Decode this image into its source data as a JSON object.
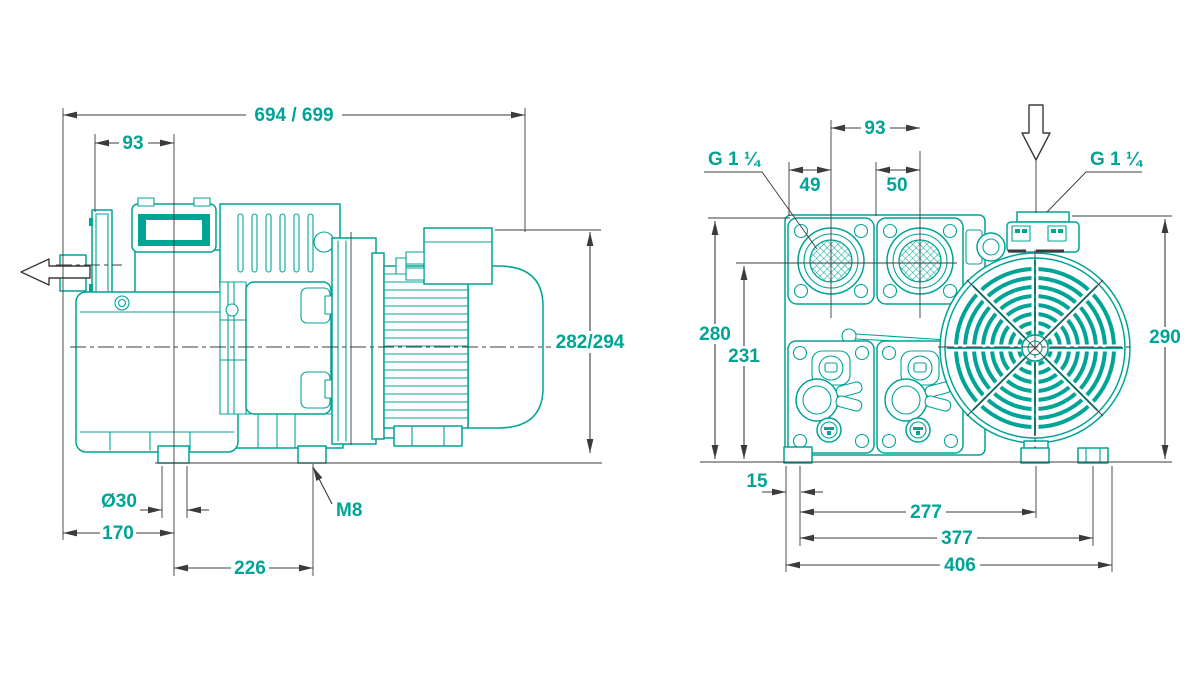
{
  "drawing": {
    "accent_color": "#00a496",
    "line_color": "#3b3b3b",
    "side_view": {
      "dim_overall_length": "694 / 699",
      "dim_inlet_offset": "93",
      "dim_height": "282/294",
      "dim_foot_diameter": "Ø30",
      "dim_foot_offset_front": "170",
      "dim_foot_spacing": "226",
      "thread_label": "M8"
    },
    "front_view": {
      "dim_port_spacing": "93",
      "dim_port1_offset": "49",
      "dim_port2_offset": "50",
      "inlet_thread_label": "G 1 ¼",
      "outlet_thread_label": "G 1 ¼",
      "dim_height_overall": "280",
      "dim_port_axis_height": "231",
      "dim_height_right": "290",
      "dim_foot_hole_offset": "15",
      "dim_foot_span_center": "277",
      "dim_foot_span_outer": "377",
      "dim_overall_width": "406"
    }
  }
}
